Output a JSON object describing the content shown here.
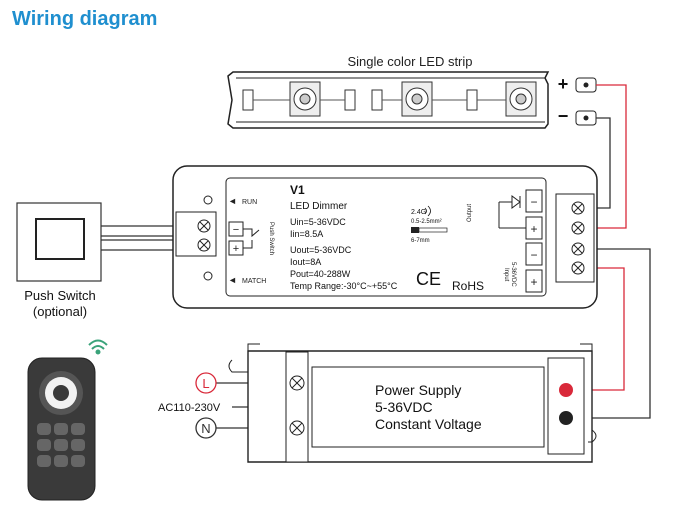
{
  "header": {
    "title": "Wiring diagram"
  },
  "strip": {
    "label": "Single color LED strip",
    "plus": "+",
    "minus": "−"
  },
  "dimmer": {
    "model": "V1",
    "name": "LED Dimmer",
    "uin": "Uin=5-36VDC",
    "iin": "Iin=8.5A",
    "uout": "Uout=5-36VDC",
    "iout": "Iout=8A",
    "pout": "Pout=40-288W",
    "temp": "Temp Range:-30°C~+55°C",
    "run": "RUN",
    "match": "MATCH",
    "push_switch_label": "Push Switch",
    "output_label": "Output",
    "input_label": "Input",
    "input_voltage": "5-36VDC",
    "rf": "2.4G",
    "wire_size": "0.5-2.5mm²",
    "strip_len": "6-7mm",
    "ce": "CE",
    "rohs": "RoHS",
    "minus": "−",
    "plus": "+"
  },
  "push_switch": {
    "line1": "Push Switch",
    "line2": "(optional)"
  },
  "power_supply": {
    "line1": "Power Supply",
    "line2": "5-36VDC",
    "line3": "Constant Voltage",
    "ac": "AC110-230V",
    "l": "L",
    "n": "N"
  },
  "colors": {
    "title": "#1f8fcf",
    "positive_wire": "#d9293a",
    "negative_wire": "#333333",
    "remote": "#3a3a3a"
  }
}
